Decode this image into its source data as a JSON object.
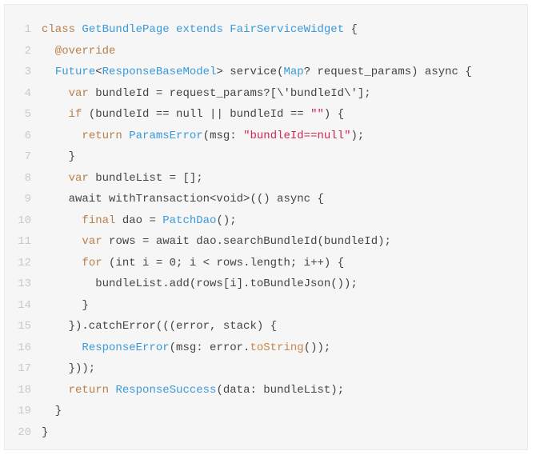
{
  "code_block": {
    "colors": {
      "keyword": "#b8804a",
      "type": "#3a9ad9",
      "string": "#d1264f",
      "text": "#444444",
      "line_number": "#c9c9c9"
    },
    "lines": [
      {
        "n": "1",
        "tokens": [
          [
            "class",
            "kw"
          ],
          [
            " ",
            ""
          ],
          [
            "GetBundlePage",
            "ty"
          ],
          [
            " ",
            ""
          ],
          [
            "extends",
            "ty"
          ],
          [
            " ",
            ""
          ],
          [
            "FairServiceWidget",
            "ty"
          ],
          [
            " {",
            ""
          ]
        ]
      },
      {
        "n": "2",
        "tokens": [
          [
            "  @override",
            "kw"
          ]
        ]
      },
      {
        "n": "3",
        "tokens": [
          [
            "  ",
            ""
          ],
          [
            "Future",
            "ty"
          ],
          [
            "<",
            ""
          ],
          [
            "ResponseBaseModel",
            "ty"
          ],
          [
            "> service(",
            ""
          ],
          [
            "Map",
            "ty"
          ],
          [
            "? request_params) async {",
            ""
          ]
        ]
      },
      {
        "n": "4",
        "tokens": [
          [
            "    ",
            ""
          ],
          [
            "var",
            "kw"
          ],
          [
            " bundleId = request_params?[\\'bundleId\\'];",
            ""
          ]
        ]
      },
      {
        "n": "5",
        "tokens": [
          [
            "    ",
            ""
          ],
          [
            "if",
            "kw"
          ],
          [
            " (bundleId == null || bundleId == ",
            ""
          ],
          [
            "\"\"",
            "str"
          ],
          [
            ") {",
            ""
          ]
        ]
      },
      {
        "n": "6",
        "tokens": [
          [
            "      ",
            ""
          ],
          [
            "return",
            "kw"
          ],
          [
            " ",
            ""
          ],
          [
            "ParamsError",
            "ty"
          ],
          [
            "(msg: ",
            ""
          ],
          [
            "\"bundleId==null\"",
            "str"
          ],
          [
            ");",
            ""
          ]
        ]
      },
      {
        "n": "7",
        "tokens": [
          [
            "    }",
            ""
          ]
        ]
      },
      {
        "n": "8",
        "tokens": [
          [
            "    ",
            ""
          ],
          [
            "var",
            "kw"
          ],
          [
            " bundleList = [];",
            ""
          ]
        ]
      },
      {
        "n": "9",
        "tokens": [
          [
            "    await withTransaction<void>(() async {",
            ""
          ]
        ]
      },
      {
        "n": "10",
        "tokens": [
          [
            "      ",
            ""
          ],
          [
            "final",
            "kw"
          ],
          [
            " dao = ",
            ""
          ],
          [
            "PatchDao",
            "ty"
          ],
          [
            "();",
            ""
          ]
        ]
      },
      {
        "n": "11",
        "tokens": [
          [
            "      ",
            ""
          ],
          [
            "var",
            "kw"
          ],
          [
            " rows = await dao.searchBundleId(bundleId);",
            ""
          ]
        ]
      },
      {
        "n": "12",
        "tokens": [
          [
            "      ",
            ""
          ],
          [
            "for",
            "kw"
          ],
          [
            " (int i = 0; i < rows.length; i++) {",
            ""
          ]
        ]
      },
      {
        "n": "13",
        "tokens": [
          [
            "        bundleList.add(rows[i].toBundleJson());",
            ""
          ]
        ]
      },
      {
        "n": "14",
        "tokens": [
          [
            "      }",
            ""
          ]
        ]
      },
      {
        "n": "15",
        "tokens": [
          [
            "    }).catchError(((error, stack) {",
            ""
          ]
        ]
      },
      {
        "n": "16",
        "tokens": [
          [
            "      ",
            ""
          ],
          [
            "ResponseError",
            "ty"
          ],
          [
            "(msg: error.",
            ""
          ],
          [
            "toString",
            "fn"
          ],
          [
            "());",
            ""
          ]
        ]
      },
      {
        "n": "17",
        "tokens": [
          [
            "    }));",
            ""
          ]
        ]
      },
      {
        "n": "18",
        "tokens": [
          [
            "    ",
            ""
          ],
          [
            "return",
            "kw"
          ],
          [
            " ",
            ""
          ],
          [
            "ResponseSuccess",
            "ty"
          ],
          [
            "(data: bundleList);",
            ""
          ]
        ]
      },
      {
        "n": "19",
        "tokens": [
          [
            "  }",
            ""
          ]
        ]
      },
      {
        "n": "20",
        "tokens": [
          [
            "}",
            ""
          ]
        ]
      }
    ]
  }
}
